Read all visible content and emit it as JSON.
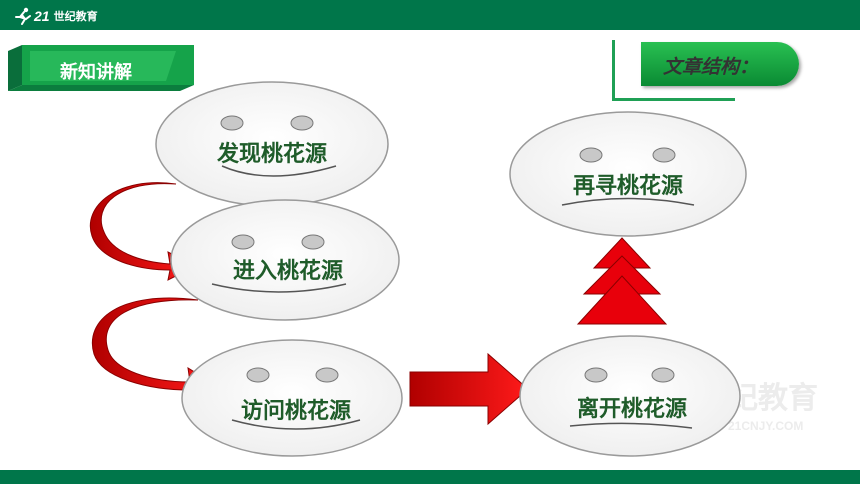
{
  "header": {
    "logo_text": "21",
    "logo_subtitle": "世纪教育"
  },
  "section": {
    "label": "新知讲解"
  },
  "structure": {
    "label": "文章结构："
  },
  "faces": [
    {
      "label": "发现桃花源"
    },
    {
      "label": "进入桃花源"
    },
    {
      "label": "访问桃花源"
    },
    {
      "label": "离开桃花源"
    },
    {
      "label": "再寻桃花源"
    }
  ],
  "watermark": {
    "text": "纪教育",
    "url": "21CNJY.COM"
  },
  "colors": {
    "brand_green": "#00764a",
    "pill_green": "#1fa055",
    "arrow_red": "#e8000b",
    "face_text": "#1f5c2a"
  }
}
